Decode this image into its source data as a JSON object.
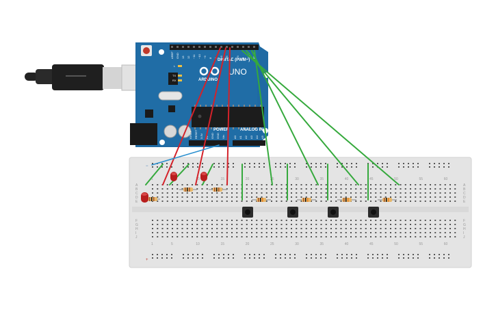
{
  "arduino": {
    "brand": "ARDUINO",
    "model": "UNO",
    "digital_label": "DIGITAL (PWM~)",
    "power_label": "POWER",
    "analog_label": "ANALOG IN",
    "led_labels": [
      "L",
      "TX",
      "RX"
    ],
    "digital_pins": [
      "AREF",
      "GND",
      "13",
      "12",
      "~11",
      "~10",
      "~9",
      "8",
      "7",
      "~6",
      "~5",
      "4",
      "~3",
      "2",
      "TX 1",
      "RX 0"
    ],
    "power_pins": [
      "IOREF",
      "RESET",
      "3.3V",
      "5V",
      "GND",
      "GND",
      "Vin"
    ],
    "analog_pins": [
      "A0",
      "A1",
      "A2",
      "A3",
      "A4",
      "A5"
    ],
    "board_color": "#1f6aa3"
  },
  "breadboard": {
    "column_numbers": [
      "1",
      "5",
      "10",
      "15",
      "20",
      "25",
      "30",
      "35",
      "40",
      "45",
      "50",
      "55",
      "60"
    ],
    "row_letters_top": [
      "A",
      "B",
      "C",
      "D",
      "E"
    ],
    "row_letters_bottom": [
      "F",
      "G",
      "H",
      "I",
      "J"
    ]
  },
  "components": {
    "leds": [
      "red-led-1",
      "red-led-2",
      "red-led-3"
    ],
    "buttons": [
      "pushbutton-1",
      "pushbutton-2",
      "pushbutton-3",
      "pushbutton-4"
    ],
    "resistor_count": 7
  },
  "wire_colors": {
    "green": "#35a93c",
    "red": "#d4222a",
    "blue": "#2b90cf"
  }
}
